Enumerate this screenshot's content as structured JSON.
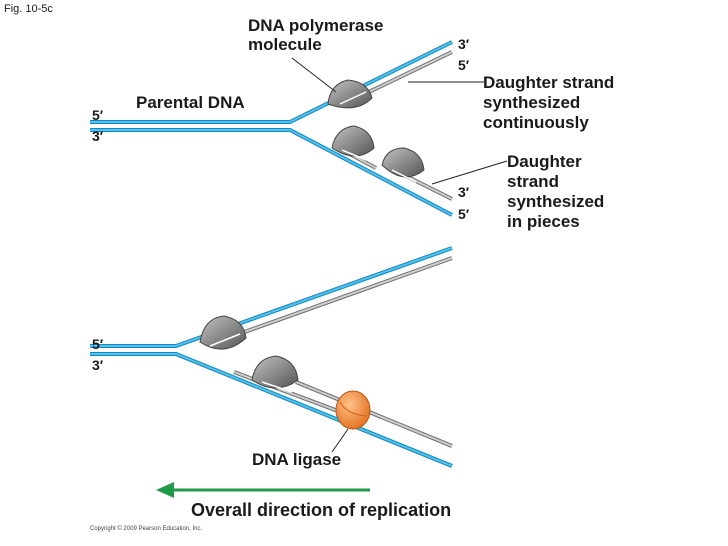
{
  "figure_label": "Fig. 10-5c",
  "labels": {
    "polymerase": "DNA polymerase\nmolecule",
    "parental": "Parental DNA",
    "continuous": "Daughter strand\nsynthesized\ncontinuously",
    "pieces": "Daughter\nstrand\nsynthesized\nin pieces",
    "ligase": "DNA ligase",
    "overall": "Overall direction of replication"
  },
  "strand_ends": {
    "top_left_5": "5′",
    "top_left_3": "3′",
    "top_right_3": "3′",
    "top_right_5": "5′",
    "mid_right_3": "3′",
    "mid_right_5": "5′",
    "bottom_left_5": "5′",
    "bottom_left_3": "3′"
  },
  "copyright": "Copyright © 2009 Pearson Education, Inc.",
  "colors": {
    "parental_strand": "#27a7de",
    "daughter_strand": "#9a9a9a",
    "polymerase": "#8c8c8c",
    "ligase": "#f08a3a",
    "arrow": "#1f9a48"
  }
}
